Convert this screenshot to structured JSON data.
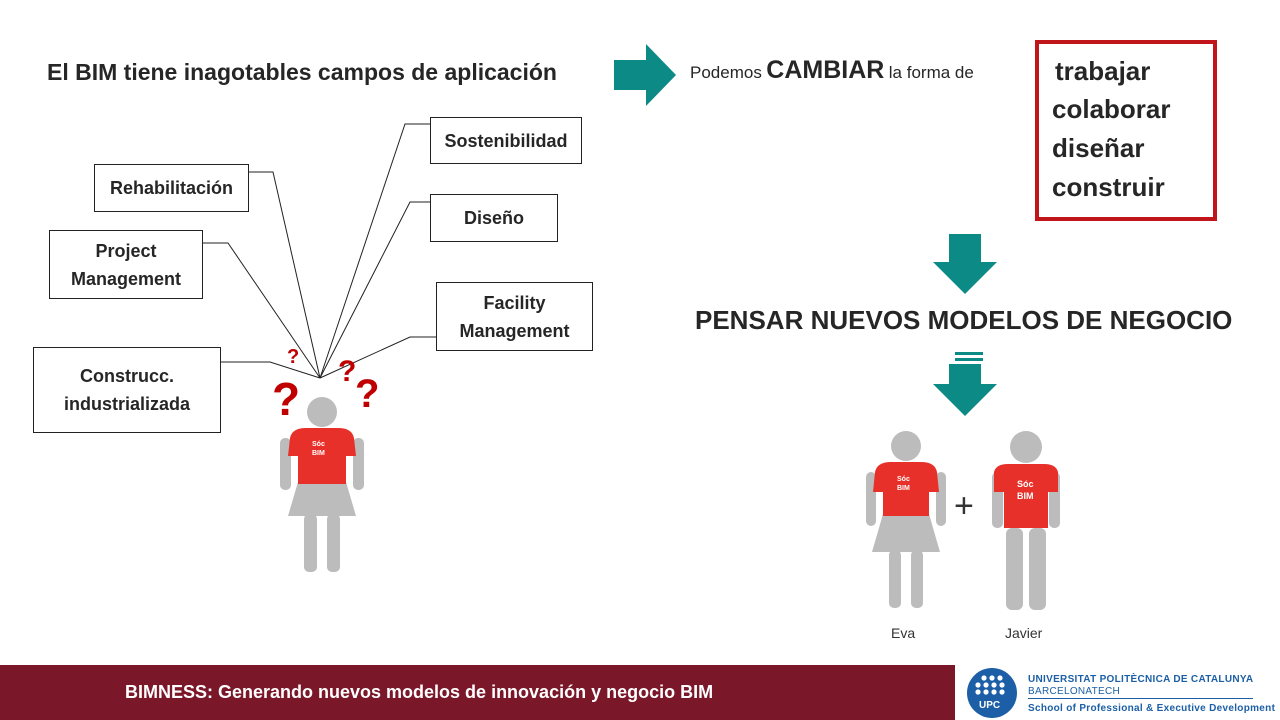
{
  "headline": {
    "title": "El BIM tiene inagotables campos de aplicación",
    "change_prefix": "Podemos",
    "change_word": "CAMBIAR",
    "change_suffix": "la forma de"
  },
  "verbs": [
    "trabajar",
    "colaborar",
    "diseñar",
    "construir"
  ],
  "fields": {
    "sostenibilidad": "Sostenibilidad",
    "rehabilitacion": "Rehabilitación",
    "diseno": "Diseño",
    "project_line1": "Project",
    "project_line2": "Management",
    "facility_line1": "Facility",
    "facility_line2": "Management",
    "construcc_line1": "Construcc.",
    "construcc_line2": "industrializada"
  },
  "question_mark": "?",
  "shirt_text_line1": "Sóc",
  "shirt_text_line2": "BIM",
  "business": "PENSAR NUEVOS MODELOS DE NEGOCIO",
  "plus": "+",
  "people": {
    "eva": "Eva",
    "javier": "Javier"
  },
  "footer": {
    "title": "BIMNESS: Generando nuevos modelos de innovación y negocio BIM",
    "univ_line1": "UNIVERSITAT POLITÈCNICA DE CATALUNYA",
    "univ_line2": "BARCELONATECH",
    "univ_line3": "School of Professional & Executive Development",
    "upc_mark": "UPC"
  },
  "colors": {
    "teal": "#0b8a86",
    "red": "#c00000",
    "shirt_red": "#e8302a",
    "figure_gray": "#bcbcbc",
    "footer": "#7a1729",
    "upc_blue": "#1c5fa6"
  }
}
